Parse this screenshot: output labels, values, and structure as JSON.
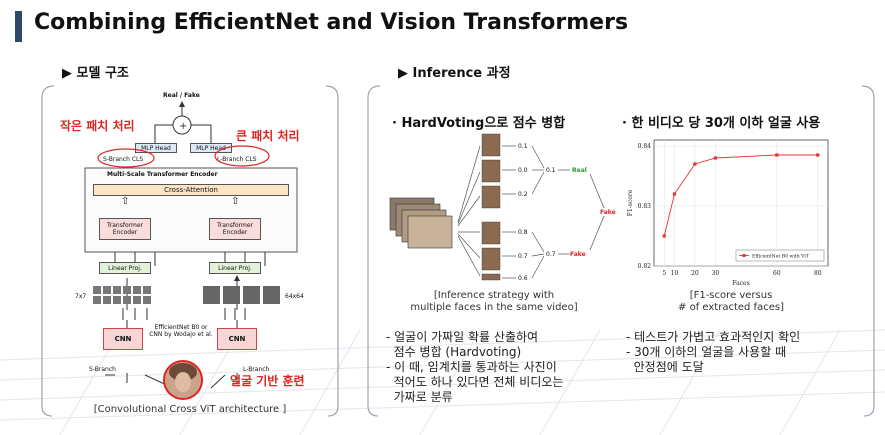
{
  "title": "Combining EfficientNet and Vision Transformers",
  "left": {
    "header": "▶ 모델 구조",
    "caption": "[Convolutional Cross ViT architecture ]",
    "diagram": {
      "real_fake": "Real / Fake",
      "mlp_head_1": "MLP Head",
      "mlp_head_2": "MLP Head",
      "s_branch_cls": "S-Branch CLS",
      "l_branch_cls": "L-Branch CLS",
      "encoder_title": "Multi-Scale Transformer Encoder",
      "cross_attention": "Cross-Attention",
      "transformer_encoder_1": "Transformer Encoder",
      "transformer_encoder_2": "Transformer Encoder",
      "linear_proj_1": "Linear Proj.",
      "linear_proj_2": "Linear Proj.",
      "patch_small": "7x7",
      "patch_large": "64x64",
      "cnn_1": "CNN",
      "cnn_2": "CNN",
      "backbone_note": "EfficientNet B0 or CNN by Wodajo et al.",
      "s_branch": "S-Branch",
      "l_branch": "L-Branch"
    },
    "annotations": {
      "small_patch": "작은 패치 처리",
      "large_patch": "큰 패치 처리",
      "face_train": "얼굴 기반 훈련"
    }
  },
  "right": {
    "header": "▶ Inference 과정",
    "hv": {
      "title": "· HardVoting으로 점수 병합",
      "caption_l1": "[Inference strategy with",
      "caption_l2": "multiple faces in the same video]",
      "top_scores": [
        "0.1",
        "0.0",
        "0.2"
      ],
      "top_merge": "0.1",
      "top_label": "Real",
      "bottom_scores": [
        "0.8",
        "0.7",
        "0.6"
      ],
      "bottom_merge": "0.7",
      "bottom_label": "Fake",
      "final_label": "Fake",
      "bullets": [
        "- 얼굴이 가짜일 확률 산출하여",
        "  점수 병합 (Hardvoting)",
        "- 이 때, 임계치를 통과하는 사진이",
        "  적어도 하나 있다면 전체 비디오는",
        "  가짜로 분류"
      ]
    },
    "chart_panel": {
      "title": "· 한 비디오 당 30개 이하 얼굴 사용",
      "caption_l1": "[F1-score versus",
      "caption_l2": "# of extracted faces]",
      "bullets": [
        "- 테스트가 가볍고 효과적인지 확인",
        "- 30개 이하의 얼굴을 사용할 때",
        "  안정점에 도달"
      ]
    }
  },
  "chart_data": {
    "type": "line",
    "title": "",
    "xlabel": "Faces",
    "ylabel": "F1-score",
    "x": [
      5,
      10,
      20,
      30,
      60,
      80
    ],
    "series": [
      {
        "name": "EfficientNet B0 with ViT",
        "values": [
          0.825,
          0.832,
          0.837,
          0.838,
          0.8385,
          0.8385
        ]
      }
    ],
    "xticks": [
      "5",
      "10",
      "20",
      "30",
      "60",
      "80"
    ],
    "yticks": [
      "0.82",
      "0.83",
      "0.84"
    ],
    "xlim": [
      0,
      85
    ],
    "ylim": [
      0.82,
      0.841
    ],
    "grid": true,
    "legend": "bottom-right",
    "color": "#e8322c"
  }
}
